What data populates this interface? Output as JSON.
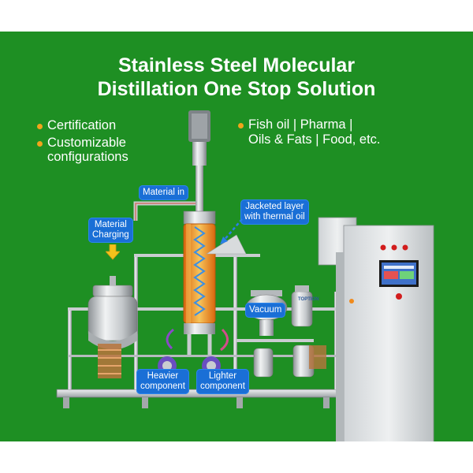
{
  "title": {
    "line1": "Stainless Steel Molecular",
    "line2": "Distillation One Stop Solution"
  },
  "features_left": [
    "Certification",
    "Customizable",
    "configurations"
  ],
  "features_right": [
    "Fish oil | Pharma |",
    "Oils & Fats | Food, etc."
  ],
  "labels": {
    "material_in": "Material in",
    "jacketed_1": "Jacketed layer",
    "jacketed_2": "with thermal oil",
    "charging_1": "Material",
    "charging_2": "Charging",
    "vacuum": "Vacuum",
    "heavier_1": "Heavier",
    "heavier_2": "component",
    "lighter_1": "Lighter",
    "lighter_2": "component"
  },
  "brand": "TOPTION",
  "colors": {
    "background": "#1e8f23",
    "bullet": "#f2a41b",
    "label_bg": "#1a6fd6",
    "column_heat": "#f08a1c",
    "arrow_blue": "#2b7fe8"
  },
  "icons": [
    "bullet-dot",
    "down-arrow-icon",
    "pointer-arrow-icon"
  ]
}
